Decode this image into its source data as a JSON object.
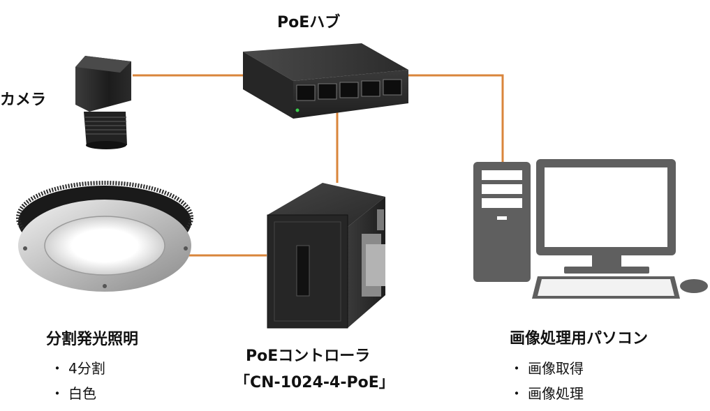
{
  "colors": {
    "cable": "#d9853b",
    "device_dark": "#2c2c2c",
    "pc_gray": "#5f5f5f"
  },
  "labels": {
    "hub": "PoEハブ",
    "camera": "カメラ",
    "ring_light": "分割発光照明",
    "controller_line1": "PoEコントローラ",
    "controller_line2": "「CN-1024-4-PoE」",
    "pc": "画像処理用パソコン"
  },
  "ring_light_features": [
    "4分割",
    "白色"
  ],
  "pc_features": [
    "画像取得",
    "画像処理"
  ]
}
